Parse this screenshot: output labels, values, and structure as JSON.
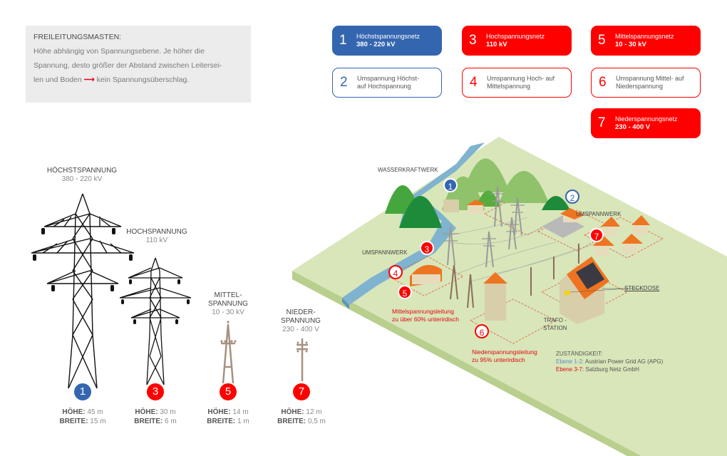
{
  "info": {
    "title": "FREILEITUNGSMASTEN:",
    "line1": "Höhe abhängig von Spannungsebene. Je höher die",
    "line2": "Spannung, desto größer der Abstand zwischen Leiterse­i-",
    "line3a": "len und Boden",
    "arrow": "⟶",
    "line3b": "kein Spannungsüberschlag."
  },
  "legend": [
    {
      "num": "1",
      "line1": "Höchstspannungsnetz",
      "line2": "380 - 220 kV",
      "style": "filled-blue"
    },
    {
      "num": "3",
      "line1": "Hochspannungsnetz",
      "line2": "110 kV",
      "style": "filled-red"
    },
    {
      "num": "5",
      "line1": "Mittelspannungsnetz",
      "line2": "10 - 30 kV",
      "style": "filled-red"
    },
    {
      "num": "2",
      "line1": "Umspannung Höchst-",
      "line2": "auf Hochspannung",
      "style": "out-blue"
    },
    {
      "num": "4",
      "line1": "Umspannung Hoch- auf",
      "line2": "Mittelspannung",
      "style": "out-red"
    },
    {
      "num": "6",
      "line1": "Umspannung Mittel- auf",
      "line2": "Niederspannung",
      "style": "out-red"
    },
    {
      "num": "7",
      "line1": "Niederspannungsnetz",
      "line2": "230 - 400 V",
      "style": "filled-red"
    }
  ],
  "towers": [
    {
      "name1": "HÖCHSTSPANNUNG",
      "name2": "",
      "voltage": "380 - 220 kV",
      "badge": "1",
      "hoehe_label": "HÖHE:",
      "hoehe": "45 m",
      "breite_label": "BREITE:",
      "breite": "15 m",
      "color": "#3466b0"
    },
    {
      "name1": "HOCHSPANNUNG",
      "name2": "",
      "voltage": "110 kV",
      "badge": "3",
      "hoehe_label": "HÖHE:",
      "hoehe": "30 m",
      "breite_label": "BREITE:",
      "breite": "6 m",
      "color": "#ff0000"
    },
    {
      "name1": "MITTEL-",
      "name2": "SPANNUNG",
      "voltage": "10 - 30 kV",
      "badge": "5",
      "hoehe_label": "HÖHE:",
      "hoehe": "14 m",
      "breite_label": "BREITE:",
      "breite": "1 m",
      "color": "#ff0000"
    },
    {
      "name1": "NIEDER-",
      "name2": "SPANNUNG",
      "voltage": "230 - 400 V",
      "badge": "7",
      "hoehe_label": "HÖHE:",
      "hoehe": "12 m",
      "breite_label": "BREITE:",
      "breite": "0,5 m",
      "color": "#ff0000"
    }
  ],
  "map": {
    "wasserkraftwerk": "WASSERKRAFTWERK",
    "umspannwerk_left": "UMSPANNWERK",
    "umspannwerk_right": "UMSPANNWERK",
    "steckdose": "STECKDOSE",
    "trafo1": "TRAFO -",
    "trafo2": "STATION",
    "mittel1": "Mittelspannungsleitung",
    "mittel2": "zu über 60% unterirdisch",
    "nieder1": "Niederspannungsleitung",
    "nieder2": "zu 95% unterirdisch",
    "badges": [
      "1",
      "2",
      "3",
      "4",
      "5",
      "6",
      "7"
    ]
  },
  "responsibility": {
    "title": "ZUSTÄNDIGKEIT:",
    "row1_label": "Ebene 1-2:",
    "row1_value": "Austrian Power Grid AG (APG)",
    "row2_label": "Ebene 3-7:",
    "row2_value": "Salzburg Netz GmbH"
  },
  "colors": {
    "blue": "#3466b0",
    "red": "#ff0000",
    "ground": "#d8e6b9",
    "river": "#7fb3cf",
    "roof": "#ee7421"
  }
}
